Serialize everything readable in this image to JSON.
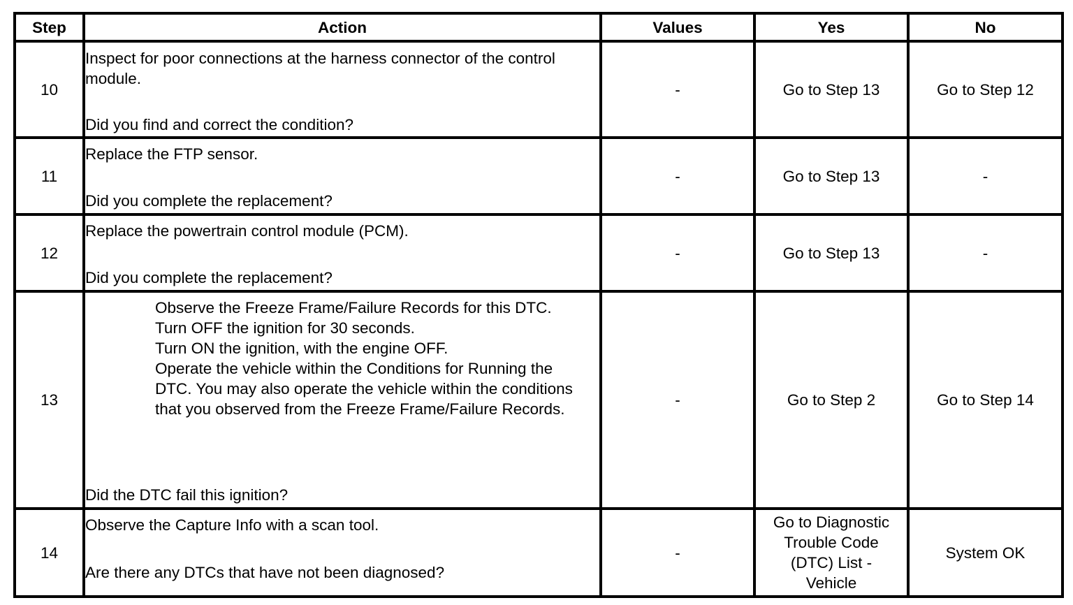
{
  "headers": {
    "step": "Step",
    "action": "Action",
    "values": "Values",
    "yes": "Yes",
    "no": "No"
  },
  "rows": [
    {
      "step": "10",
      "action_text": "Inspect for poor connections at the harness connector of the control module.",
      "question": "Did you find and correct the condition?",
      "values": "-",
      "yes": "Go to Step 13",
      "no": "Go to Step 12"
    },
    {
      "step": "11",
      "action_text": "Replace the FTP sensor.",
      "question": "Did you complete the replacement?",
      "values": "-",
      "yes": "Go to Step 13",
      "no": "-"
    },
    {
      "step": "12",
      "action_text": "Replace the powertrain control module (PCM).",
      "question": "Did you complete the replacement?",
      "values": "-",
      "yes": "Go to Step 13",
      "no": "-"
    },
    {
      "step": "13",
      "action_steps": [
        "Observe the Freeze Frame/Failure Records for this DTC.",
        "Turn OFF the ignition for 30 seconds.",
        "Turn ON the ignition, with the engine OFF.",
        "Operate the vehicle within the Conditions for Running the DTC. You may also operate the vehicle within the conditions that you observed from the Freeze Frame/Failure Records."
      ],
      "question": "Did the DTC fail this ignition?",
      "values": "-",
      "yes": "Go to Step 2",
      "no": "Go to Step 14"
    },
    {
      "step": "14",
      "action_text": "Observe the Capture Info with a scan tool.",
      "question": "Are there any DTCs that have not been diagnosed?",
      "values": "-",
      "yes": "Go to Diagnostic Trouble Code (DTC) List - Vehicle",
      "no": "System OK"
    }
  ]
}
